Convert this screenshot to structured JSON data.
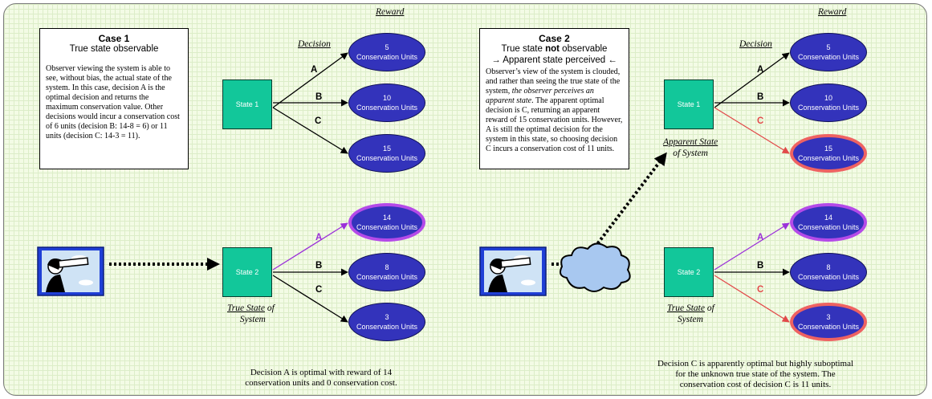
{
  "case1": {
    "title": "Case 1",
    "subtitle": "True state observable",
    "body": "Observer viewing the system is able to see, without bias, the actual state of the system.  In this case, decision A is the optimal decision and returns the maximum conservation value.  Other decisions would incur a conservation cost of 6 units (decision B: 14-8 = 6) or 11 units (decision C: 14-3 = 11).",
    "caption_line1": "Decision A is optimal with reward of 14",
    "caption_line2": "conservation units and 0 conservation cost."
  },
  "case2": {
    "title": "Case 2",
    "sub_prefix": "True state ",
    "sub_bold": "not",
    "sub_suffix": " observable",
    "sub_line2": "→ Apparent state perceived ←",
    "body_part1": "Observer’s view of the system is clouded, and rather than seeing the true state of the system, ",
    "body_italic": "the observer perceives an apparent state",
    "body_part2": ".  The apparent optimal decision is C, returning an apparent reward of 15 conservation units.  However, A is still the optimal decision for the system in this state, so choosing decision C incurs a conservation cost of 11 units.",
    "caption_line1": "Decision C is apparently optimal but highly suboptimal",
    "caption_line2": "for the unknown true state of the system.  The",
    "caption_line3": "conservation cost of decision C is 11 units."
  },
  "labels": {
    "reward": "Reward",
    "decision": "Decision",
    "true_state": "True State",
    "of": " of",
    "system": "System",
    "apparent_state": "Apparent State",
    "of_system": "of System"
  },
  "states": {
    "state1": "State 1",
    "state2": "State 2"
  },
  "decisions": [
    "A",
    "B",
    "C"
  ],
  "unit_label": "Conservation Units",
  "rewards": {
    "c1_s1": [
      "5",
      "10",
      "15"
    ],
    "c1_s2": [
      "14",
      "8",
      "3"
    ],
    "c2_s1": [
      "5",
      "10",
      "15"
    ],
    "c2_s2": [
      "14",
      "8",
      "3"
    ]
  },
  "colors": {
    "background": "#f3fbe5",
    "state_fill": "#12c79a",
    "reward_fill": "#3333bb",
    "optimal_highlight": "#b44ae8",
    "apparent_highlight": "#ee6262"
  },
  "icons": [
    "observer-with-telescope-icon",
    "cloud-icon"
  ]
}
